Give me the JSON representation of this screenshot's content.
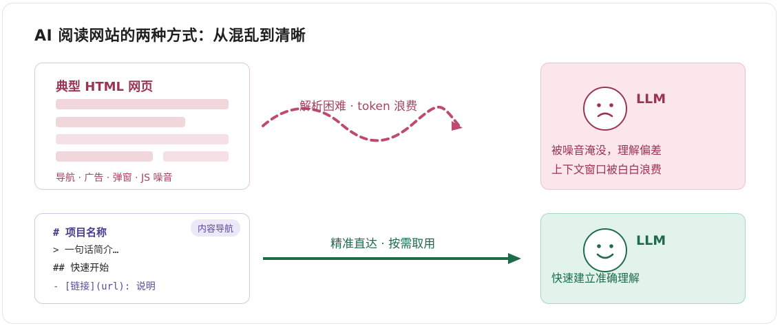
{
  "title": "AI 阅读网站的两种方式：从混乱到清晰",
  "html_page": {
    "title": "典型 HTML 网页",
    "noise_footer": "导航 · 广告 · 弹窗 · JS 噪音"
  },
  "bad_path": {
    "arrow_label": "解析困难 · token 浪费",
    "llm_label": "LLM",
    "face_icon": "sad-face-icon",
    "outcome_line1": "被噪音淹没，理解偏差",
    "outcome_line2": "上下文窗口被白白浪费"
  },
  "markdown": {
    "badge": "内容导航",
    "line1": "# 项目名称",
    "line2": "> 一句话简介…",
    "line3": "## 快速开始",
    "line4": "- [链接](url): 说明"
  },
  "good_path": {
    "arrow_label": "精准直达 · 按需取用",
    "llm_label": "LLM",
    "face_icon": "happy-face-icon",
    "outcome_line1": "快速建立准确理解"
  },
  "colors": {
    "bad_accent": "#9c3353",
    "good_accent": "#1e6b4a",
    "markdown_accent": "#5b4a9e"
  }
}
